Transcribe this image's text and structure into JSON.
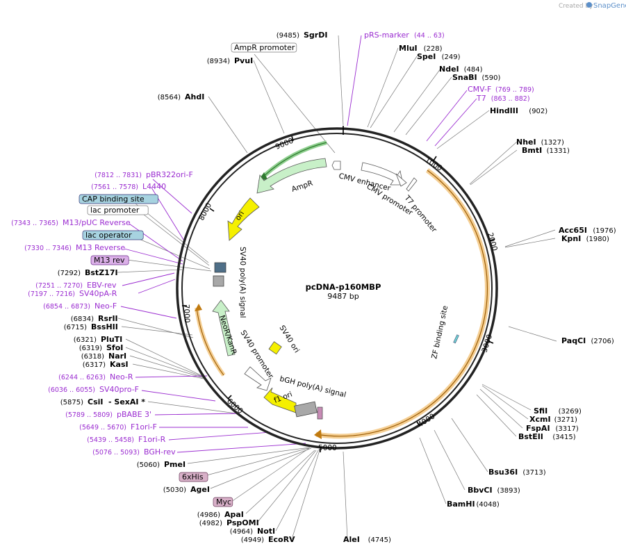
{
  "header": {
    "credit": "Created by",
    "brand": "SnapGene"
  },
  "plasmid": {
    "name": "pcDNA-p160MBP",
    "length": "9487 bp"
  },
  "ticks": [
    "1000",
    "2000",
    "3000",
    "4000",
    "5000",
    "6000",
    "7000",
    "8000",
    "9000"
  ],
  "features": [
    {
      "id": "cmv-enhancer",
      "label": "CMV enhancer"
    },
    {
      "id": "cmv-promoter",
      "label": "CMV promoter"
    },
    {
      "id": "t7-promoter",
      "label": "T7 promoter"
    },
    {
      "id": "ampr",
      "label": "AmpR"
    },
    {
      "id": "ori",
      "label": "ori"
    },
    {
      "id": "sv40-polya",
      "label": "SV40 poly(A) signal"
    },
    {
      "id": "neor",
      "label": "NeoR/KanR"
    },
    {
      "id": "sv40-ori",
      "label": "SV40 ori"
    },
    {
      "id": "sv40-promoter",
      "label": "SV40 promoter"
    },
    {
      "id": "bgh-polya",
      "label": "bGH poly(A) signal"
    },
    {
      "id": "f1-ori",
      "label": "f1 ori"
    },
    {
      "id": "zf-site",
      "label": "ZF binding site"
    }
  ],
  "labels": [
    {
      "kind": "enzyme",
      "name": "SgrDI",
      "pos": "(9485)"
    },
    {
      "kind": "primer",
      "name": "pRS-marker",
      "pos": "(44 .. 63)"
    },
    {
      "kind": "feature-box",
      "name": "AmpR promoter",
      "pos": ""
    },
    {
      "kind": "enzyme",
      "name": "MluI",
      "pos": "(228)"
    },
    {
      "kind": "enzyme",
      "name": "PvuI",
      "pos": "(8934)"
    },
    {
      "kind": "enzyme",
      "name": "SpeI",
      "pos": "(249)"
    },
    {
      "kind": "enzyme",
      "name": "NdeI",
      "pos": "(484)"
    },
    {
      "kind": "enzyme",
      "name": "SnaBI",
      "pos": "(590)"
    },
    {
      "kind": "enzyme",
      "name": "AhdI",
      "pos": "(8564)"
    },
    {
      "kind": "primer",
      "name": "CMV-F",
      "pos": "(769 .. 789)"
    },
    {
      "kind": "primer",
      "name": "T7",
      "pos": "(863 .. 882)"
    },
    {
      "kind": "enzyme",
      "name": "HindIII",
      "pos": "(902)"
    },
    {
      "kind": "enzyme",
      "name": "NheI",
      "pos": "(1327)"
    },
    {
      "kind": "enzyme",
      "name": "BmtI",
      "pos": "(1331)"
    },
    {
      "kind": "primer",
      "name": "pBR322ori-F",
      "pos": "(7812 .. 7831)"
    },
    {
      "kind": "primer",
      "name": "L4440",
      "pos": "(7561 .. 7578)"
    },
    {
      "kind": "feature-box",
      "name": "CAP binding site",
      "pos": ""
    },
    {
      "kind": "feature-box",
      "name": "lac promoter",
      "pos": ""
    },
    {
      "kind": "primer",
      "name": "M13/pUC Reverse",
      "pos": "(7343 .. 7365)"
    },
    {
      "kind": "feature-box",
      "name": "lac operator",
      "pos": ""
    },
    {
      "kind": "enzyme",
      "name": "Acc65I",
      "pos": "(1976)"
    },
    {
      "kind": "enzyme",
      "name": "KpnI",
      "pos": "(1980)"
    },
    {
      "kind": "primer",
      "name": "M13 Reverse",
      "pos": "(7330 .. 7346)"
    },
    {
      "kind": "feature-box",
      "name": "M13 rev",
      "pos": ""
    },
    {
      "kind": "enzyme",
      "name": "BstZ17I",
      "pos": "(7292)"
    },
    {
      "kind": "primer",
      "name": "EBV-rev",
      "pos": "(7251 .. 7270)"
    },
    {
      "kind": "primer",
      "name": "SV40pA-R",
      "pos": "(7197 .. 7216)"
    },
    {
      "kind": "primer",
      "name": "Neo-F",
      "pos": "(6854 .. 6873)"
    },
    {
      "kind": "enzyme",
      "name": "RsrII",
      "pos": "(6834)"
    },
    {
      "kind": "enzyme",
      "name": "BssHII",
      "pos": "(6715)"
    },
    {
      "kind": "enzyme",
      "name": "PaqCI",
      "pos": "(2706)"
    },
    {
      "kind": "enzyme",
      "name": "PluTI",
      "pos": "(6321)"
    },
    {
      "kind": "enzyme",
      "name": "SfoI",
      "pos": "(6319)"
    },
    {
      "kind": "enzyme",
      "name": "NarI",
      "pos": "(6318)"
    },
    {
      "kind": "enzyme",
      "name": "KasI",
      "pos": "(6317)"
    },
    {
      "kind": "primer",
      "name": "Neo-R",
      "pos": "(6244 .. 6263)"
    },
    {
      "kind": "primer",
      "name": "SV40pro-F",
      "pos": "(6036 .. 6055)"
    },
    {
      "kind": "enzyme",
      "name": "CsiI",
      "pos": "(5875)"
    },
    {
      "kind": "enzyme",
      "name": "- SexAI *",
      "pos": ""
    },
    {
      "kind": "enzyme",
      "name": "SfiI",
      "pos": "(3269)"
    },
    {
      "kind": "enzyme",
      "name": "XcmI",
      "pos": "(3271)"
    },
    {
      "kind": "primer",
      "name": "pBABE 3'",
      "pos": "(5789 .. 5809)"
    },
    {
      "kind": "enzyme",
      "name": "FspAI",
      "pos": "(3317)"
    },
    {
      "kind": "enzyme",
      "name": "BstEII",
      "pos": "(3415)"
    },
    {
      "kind": "primer",
      "name": "F1ori-F",
      "pos": "(5649 .. 5670)"
    },
    {
      "kind": "primer",
      "name": "F1ori-R",
      "pos": "(5439 .. 5458)"
    },
    {
      "kind": "primer",
      "name": "BGH-rev",
      "pos": "(5076 .. 5093)"
    },
    {
      "kind": "enzyme",
      "name": "PmeI",
      "pos": "(5060)"
    },
    {
      "kind": "enzyme",
      "name": "Bsu36I",
      "pos": "(3713)"
    },
    {
      "kind": "feature-box",
      "name": "6xHis",
      "pos": ""
    },
    {
      "kind": "enzyme",
      "name": "AgeI",
      "pos": "(5030)"
    },
    {
      "kind": "enzyme",
      "name": "BbvCI",
      "pos": "(3893)"
    },
    {
      "kind": "feature-box",
      "name": "Myc",
      "pos": ""
    },
    {
      "kind": "enzyme",
      "name": "BamHI",
      "pos": "(4048)"
    },
    {
      "kind": "enzyme",
      "name": "ApaI",
      "pos": "(4986)"
    },
    {
      "kind": "enzyme",
      "name": "PspOMI",
      "pos": "(4982)"
    },
    {
      "kind": "enzyme",
      "name": "NotI",
      "pos": "(4964)"
    },
    {
      "kind": "enzyme",
      "name": "EcoRV",
      "pos": "(4949)"
    },
    {
      "kind": "enzyme",
      "name": "AleI",
      "pos": "(4745)"
    }
  ]
}
